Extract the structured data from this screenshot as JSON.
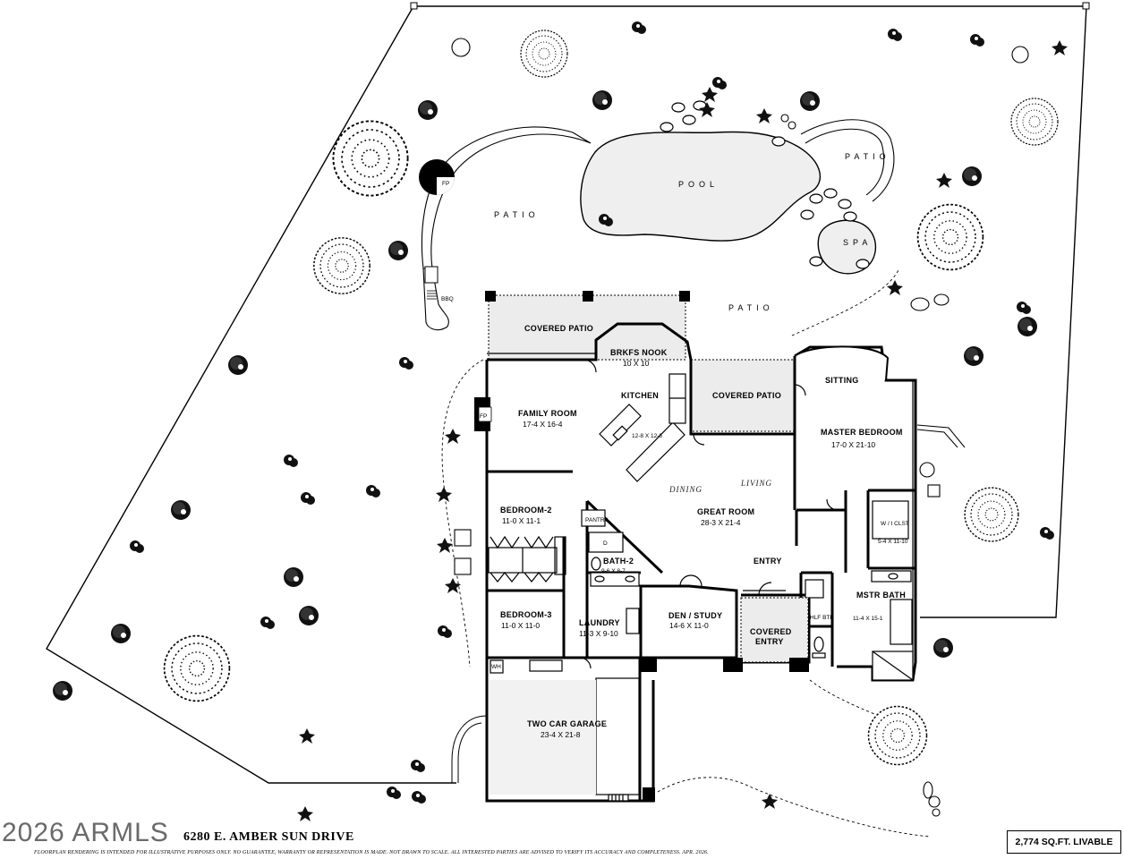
{
  "title": {
    "watermark": "2026 ARMLS",
    "address": "6280 E. AMBER SUN DRIVE",
    "sqft": "2,774 SQ.FT. LIVABLE",
    "disclaimer": "FLOORPLAN RENDERING IS INTENDED FOR ILLUSTRATIVE PURPOSES ONLY.  NO GUARANTEE, WARRANTY OR REPRESENTATION IS MADE.  NOT DRAWN TO SCALE.  ALL INTERESTED PARTIES ARE ADVISED TO VERIFY ITS ACCURACY AND COMPLETENESS.  APR. 2026."
  },
  "outdoor": {
    "patio_west": "PATIO",
    "pool": "POOL",
    "patio_east": "PATIO",
    "spa": "SPA",
    "patio_center": "PATIO",
    "bbq": "BBQ",
    "fireplace_outdoor": "FP"
  },
  "rooms": {
    "covered_patio_1": "COVERED PATIO",
    "brkfs_nook": {
      "name": "BRKFS NOOK",
      "dim": "10 X 10"
    },
    "kitchen": {
      "name": "KITCHEN",
      "dim": "12-8 X 12-6"
    },
    "covered_patio_2": "COVERED PATIO",
    "sitting": "SITTING",
    "family_room": {
      "name": "FAMILY ROOM",
      "dim": "17-4  X  16-4"
    },
    "fireplace_indoor": "FP",
    "master_bedroom": {
      "name": "MASTER BEDROOM",
      "dim": "17-0  X  21-10"
    },
    "dining": "DINING",
    "living": "LIVING",
    "great_room": {
      "name": "GREAT ROOM",
      "dim": "28-3  X  21-4"
    },
    "entry": "ENTRY",
    "bedroom2": {
      "name": "BEDROOM-2",
      "dim": "11-0  X  11-1"
    },
    "pantry": "PANTRY",
    "bath2": {
      "name": "BATH-2",
      "dim": "9-6 X 8-7"
    },
    "wi_clst": {
      "name": "W / I CLST",
      "dim": "5-4 X 11-10"
    },
    "mstr_bath": {
      "name": "MSTR BATH",
      "dim": "11-4 X 15-1"
    },
    "hlf_bth": "HLF BTH",
    "bedroom3": {
      "name": "BEDROOM-3",
      "dim": "11-0  X  11-0"
    },
    "laundry": {
      "name": "LAUNDRY",
      "dim": "11-3 X 9-10"
    },
    "den_study": {
      "name": "DEN / STUDY",
      "dim": "14-6  X  11-0"
    },
    "covered_entry": {
      "line1": "COVERED",
      "line2": "ENTRY"
    },
    "garage": {
      "name": "TWO CAR GARAGE",
      "dim": "23-4  X  21-8"
    },
    "wh": "WH",
    "d_mark": "D"
  }
}
